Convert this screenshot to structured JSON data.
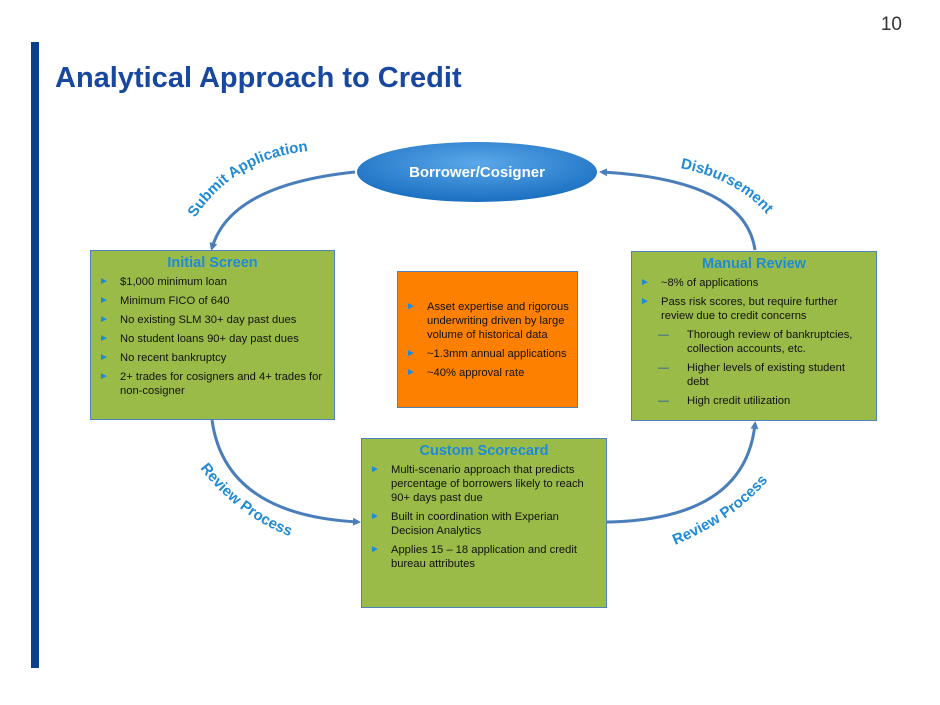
{
  "page_number": "10",
  "title": "Analytical Approach to Credit",
  "center_node": "Borrower/Cosigner",
  "arrows": {
    "submit": "Submit Application",
    "disbursement": "Disbursement",
    "review_left": "Review Process",
    "review_right": "Review Process"
  },
  "initial_screen": {
    "title": "Initial Screen",
    "items": [
      "$1,000 minimum loan",
      "Minimum FICO of 640",
      "No existing SLM 30+ day past dues",
      "No student loans 90+ day past dues",
      "No recent bankruptcy",
      "2+ trades for cosigners and 4+ trades for non-cosigner"
    ]
  },
  "center_box": {
    "items": [
      "Asset expertise and rigorous underwriting driven by large volume of historical data",
      "~1.3mm annual applications",
      "~40% approval rate"
    ]
  },
  "manual_review": {
    "title": "Manual Review",
    "items": [
      "~8% of applications",
      "Pass risk scores, but require further review due to credit concerns"
    ],
    "sub_items": [
      "Thorough review of bankruptcies, collection accounts, etc.",
      "Higher levels of existing student debt",
      "High credit utilization"
    ]
  },
  "custom_scorecard": {
    "title": "Custom Scorecard",
    "items": [
      "Multi-scenario approach that predicts percentage of borrowers likely to reach 90+ days past due",
      "Built in coordination with Experian Decision Analytics",
      "Applies 15 – 18 application and credit bureau attributes"
    ]
  },
  "colors": {
    "accent": "#1f8ad8",
    "green": "#9bbb48",
    "orange": "#fd8000",
    "navy": "#17479e"
  }
}
